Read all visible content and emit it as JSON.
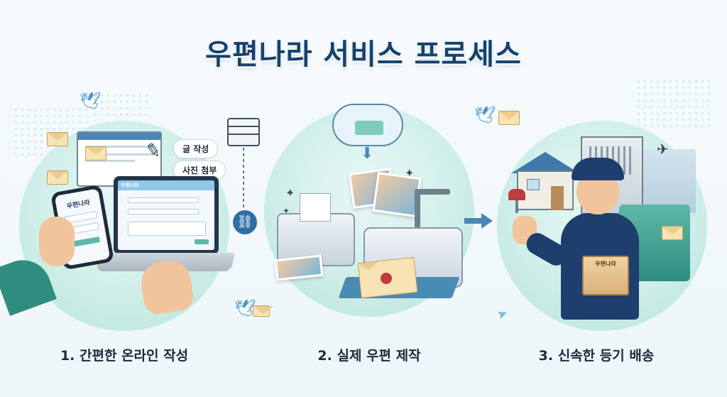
{
  "title": "우편나라 서비스 프로세스",
  "steps": [
    {
      "label": "1. 간편한 온라인 작성"
    },
    {
      "label": "2. 실제 우편 제작"
    },
    {
      "label": "3. 신속한 등기 배송"
    }
  ],
  "bubbles": {
    "write": "글 작성",
    "photo": "사진 첨부"
  },
  "brand": "우편나라",
  "colors": {
    "title": "#16426b",
    "circle": "#cfeee8",
    "uniform": "#1e3e6e",
    "mailbox": "#2f8d7f"
  },
  "icons": [
    "envelope-icon",
    "bird-icon",
    "pencil-icon",
    "laptop-icon",
    "phone-icon",
    "server-icon",
    "cloud-icon",
    "link-icon",
    "printer-icon",
    "photo-icon",
    "arrow-right-icon",
    "house-icon",
    "drone-icon",
    "package-icon"
  ]
}
